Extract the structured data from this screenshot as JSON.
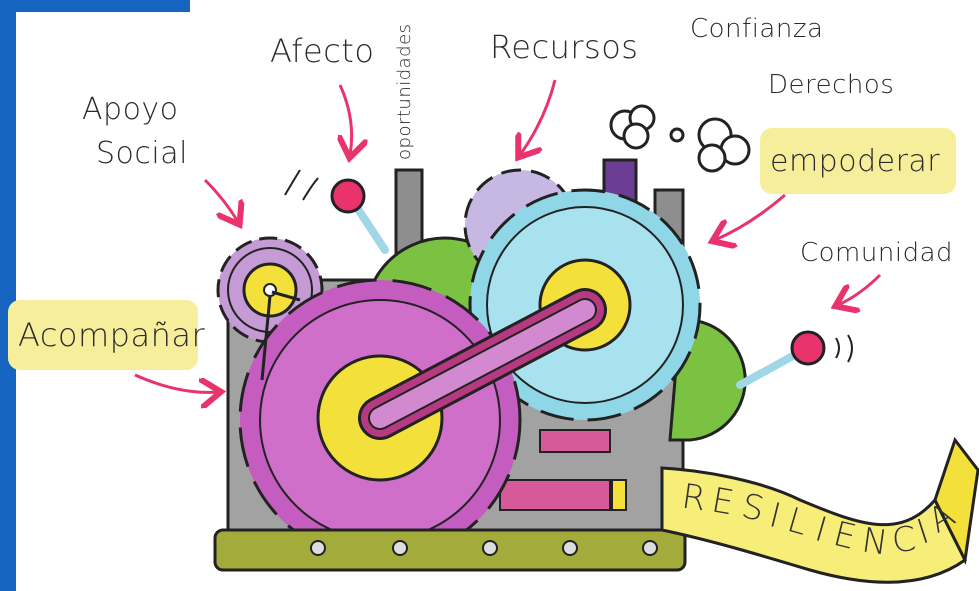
{
  "labels": {
    "apoyo_line1": "Apoyo",
    "apoyo_line2": "Social",
    "afecto": "Afecto",
    "oportunidades": "oportunidades",
    "recursos": "Recursos",
    "confianza": "Confianza",
    "derechos": "Derechos",
    "empoderar": "empoderar",
    "comunidad": "Comunidad",
    "acompanar": "Acompañar"
  },
  "banner": {
    "letters": [
      "R",
      "E",
      "S",
      "I",
      "L",
      "I",
      "E",
      "N",
      "C",
      "I",
      "A"
    ]
  },
  "colors": {
    "arrow": "#e8336d",
    "highlight": "#f7ee9b",
    "gear_purple": "#c45dbf",
    "gear_cyan": "#8fd6e6",
    "gear_green": "#7cc242",
    "gear_yellow": "#f3e03a",
    "machine_gray": "#9a9a9a",
    "edge_blue": "#1565c0"
  },
  "icons": [
    "gear-icon",
    "lever-icon",
    "smoke-icon",
    "arrow-icon"
  ]
}
